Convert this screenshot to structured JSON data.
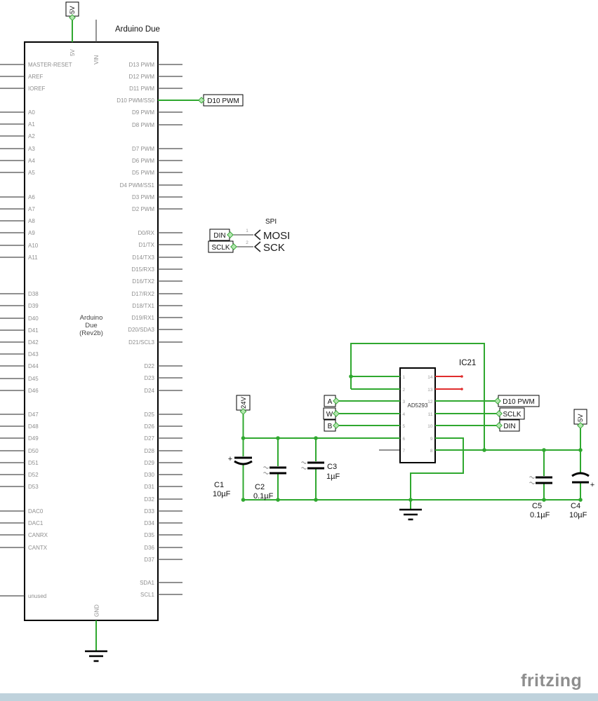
{
  "page": {
    "background": "#ffffff",
    "footer_color": "#bfd2dc"
  },
  "branding": {
    "logo_text": "fritzing"
  },
  "colors": {
    "wire_green": "#2fa82f",
    "wire_red": "#e02d2d",
    "terminal_fill": "#b2e6ae",
    "pin_gray": "#8f8f8f"
  },
  "arduino": {
    "title": "Arduino Due",
    "center_label": [
      "Arduino",
      "Due",
      "(Rev2b)"
    ],
    "top_pins": [
      "5V",
      "VIN"
    ],
    "bottom_pin": "GND",
    "left_pins": [
      "MASTER-RESET",
      "AREF",
      "IOREF",
      "A0",
      "A1",
      "A2",
      "A3",
      "A4",
      "A5",
      "A6",
      "A7",
      "A8",
      "A9",
      "A10",
      "A11",
      "D38",
      "D39",
      "D40",
      "D41",
      "D42",
      "D43",
      "D44",
      "D45",
      "D46",
      "D47",
      "D48",
      "D49",
      "D50",
      "D51",
      "D52",
      "D53",
      "DAC0",
      "DAC1",
      "CANRX",
      "CANTX",
      "unused"
    ],
    "right_pins": [
      "D13 PWM",
      "D12 PWM",
      "D11 PWM",
      "D10 PWM/SS0",
      "D9 PWM",
      "D8 PWM",
      "D7 PWM",
      "D6 PWM",
      "D5 PWM",
      "D4 PWM/SS1",
      "D3 PWM",
      "D2 PWM",
      "D0/RX",
      "D1/TX",
      "D14/TX3",
      "D15/RX3",
      "D16/TX2",
      "D17/RX2",
      "D18/TX1",
      "D19/RX1",
      "D20/SDA3",
      "D21/SCL3",
      "D22",
      "D23",
      "D24",
      "D25",
      "D26",
      "D27",
      "D28",
      "D29",
      "D30",
      "D31",
      "D32",
      "D33",
      "D34",
      "D35",
      "D36",
      "D37",
      "SDA1",
      "SCL1"
    ]
  },
  "power": {
    "rail_5v_top": "5V",
    "rail_24v": "24V",
    "rail_5v_right": "5V"
  },
  "net_labels": {
    "arduino_d10": "D10 PWM",
    "spi_din": "DIN",
    "spi_sclk": "SCLK",
    "pot_a": "A",
    "pot_w": "W",
    "pot_b": "B",
    "ic_d10": "D10 PWM",
    "ic_sclk": "SCLK",
    "ic_din": "DIN"
  },
  "spi": {
    "title": "SPI",
    "mosi": "MOSI",
    "sck": "SCK",
    "pin1": "1",
    "pin2": "2"
  },
  "ic": {
    "designator": "IC21",
    "part": "AD5293",
    "left_pins": [
      "1",
      "2",
      "3",
      "4",
      "5",
      "6",
      "7"
    ],
    "right_pins": [
      "14",
      "13",
      "12",
      "11",
      "10",
      "9",
      "8"
    ]
  },
  "capacitors": {
    "c1": {
      "ref": "C1",
      "value": "10µF",
      "plus": "+"
    },
    "c2": {
      "ref": "C2",
      "value": "0.1µF"
    },
    "c3": {
      "ref": "C3",
      "value": "1µF"
    },
    "c4": {
      "ref": "C4",
      "value": "10µF",
      "plus": "+"
    },
    "c5": {
      "ref": "C5",
      "value": "0.1µF"
    }
  }
}
